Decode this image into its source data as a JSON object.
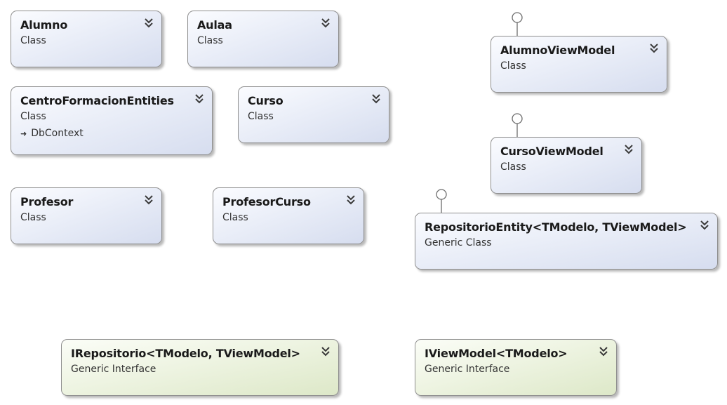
{
  "shapes": [
    {
      "id": "alumno",
      "name": "Alumno",
      "kind": "Class",
      "type": "class"
    },
    {
      "id": "aulaa",
      "name": "Aulaa",
      "kind": "Class",
      "type": "class"
    },
    {
      "id": "centro",
      "name": "CentroFormacionEntities",
      "kind": "Class",
      "type": "class",
      "base": "DbContext"
    },
    {
      "id": "curso",
      "name": "Curso",
      "kind": "Class",
      "type": "class"
    },
    {
      "id": "profesor",
      "name": "Profesor",
      "kind": "Class",
      "type": "class"
    },
    {
      "id": "profesorcurso",
      "name": "ProfesorCurso",
      "kind": "Class",
      "type": "class"
    },
    {
      "id": "alumnovm",
      "name": "AlumnoViewModel",
      "kind": "Class",
      "type": "class",
      "implements_interface": true
    },
    {
      "id": "cursovm",
      "name": "CursoViewModel",
      "kind": "Class",
      "type": "class",
      "implements_interface": true
    },
    {
      "id": "repoentity",
      "name": "RepositorioEntity<TModelo, TViewModel>",
      "kind": "Generic Class",
      "type": "class",
      "implements_interface": true
    },
    {
      "id": "irepo",
      "name": "IRepositorio<TModelo, TViewModel>",
      "kind": "Generic Interface",
      "type": "interface"
    },
    {
      "id": "iviewmodel",
      "name": "IViewModel<TModelo>",
      "kind": "Generic Interface",
      "type": "interface"
    }
  ],
  "icons": {
    "toggle": "double-chevron-down-icon",
    "inheritance": "inheritance-arrow-icon",
    "interface": "interface-lollipop-icon"
  },
  "colors": {
    "class_fill": "#e2e7f4",
    "interface_fill": "#e8f0d8",
    "border": "#8f8f8f"
  }
}
